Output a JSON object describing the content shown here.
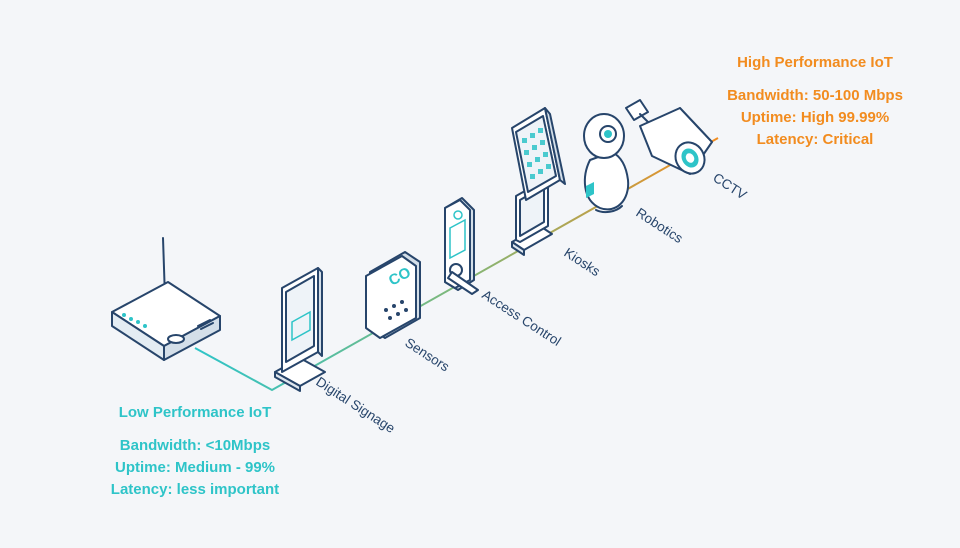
{
  "low": {
    "title": "Low Performance IoT",
    "bandwidth": "Bandwidth: <10Mbps",
    "uptime": "Uptime: Medium - 99%",
    "latency": "Latency: less important",
    "color": "#2ec4c8"
  },
  "high": {
    "title": "High Performance IoT",
    "bandwidth": "Bandwidth: 50-100 Mbps",
    "uptime": "Uptime: High 99.99%",
    "latency": "Latency: Critical",
    "color": "#f28c1f"
  },
  "devices": {
    "digital_signage": "Digital Signage",
    "sensors": "Sensors",
    "access_control": "Access Control",
    "kiosks": "Kiosks",
    "robotics": "Robotics",
    "cctv": "CCTV"
  },
  "sensor_text": "CO"
}
